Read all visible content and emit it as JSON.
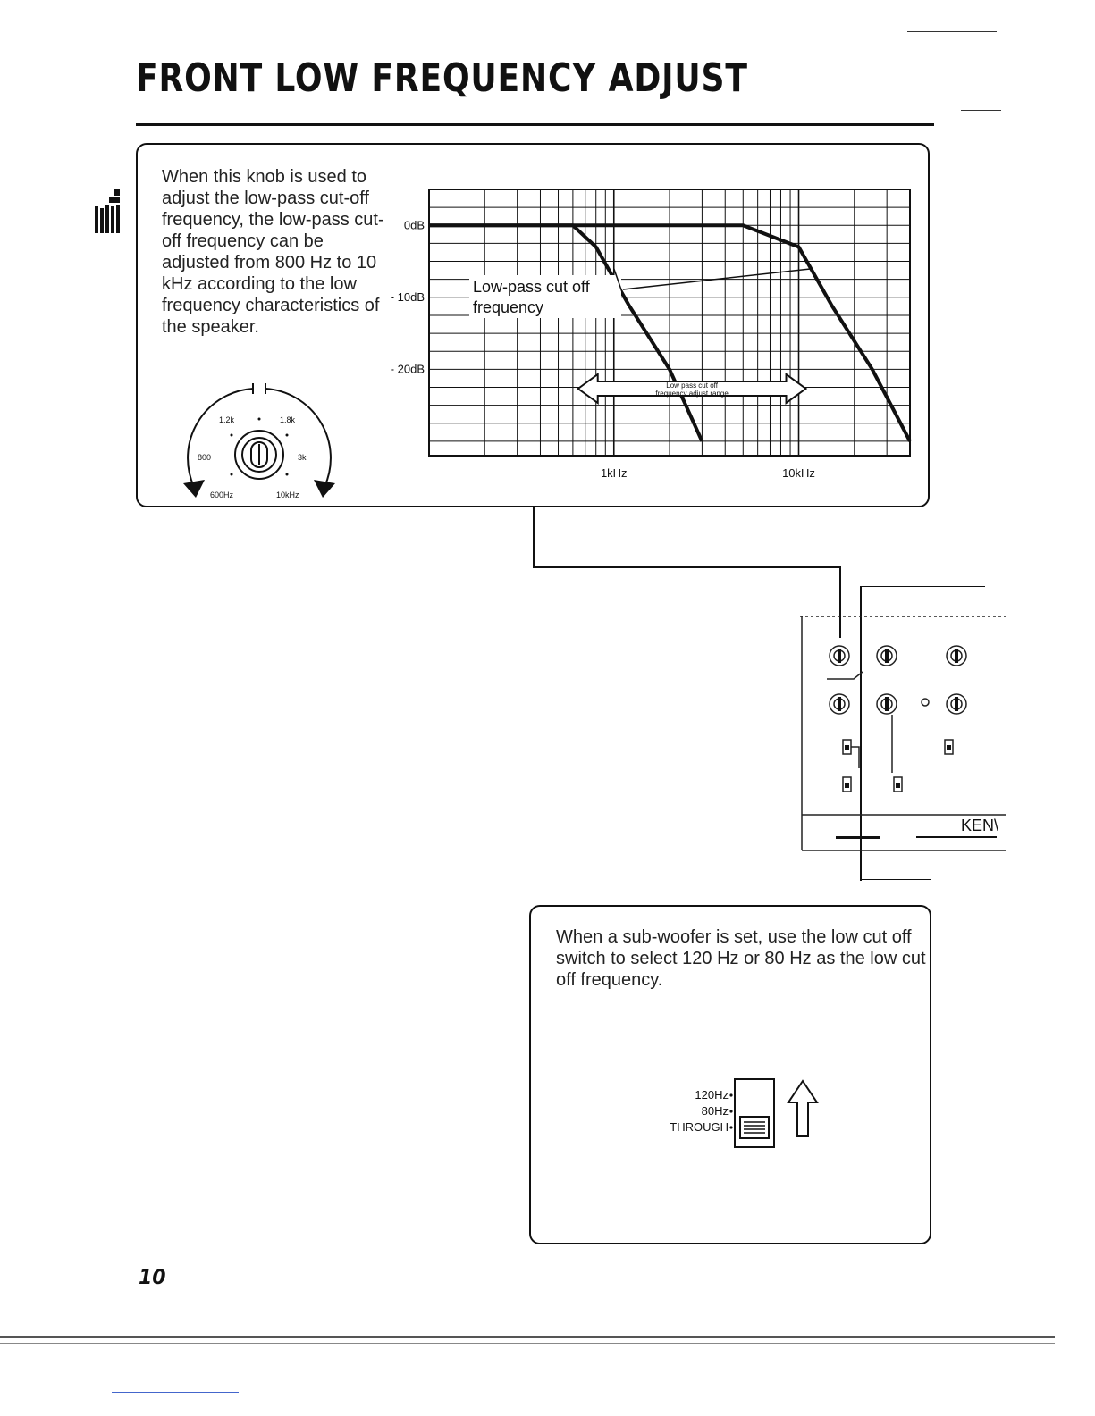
{
  "page": {
    "title": "FRONT LOW FREQUENCY ADJUST",
    "page_number": "10"
  },
  "section1": {
    "body": "When this knob is used to adjust the low-pass cut-off frequency, the low-pass cut-off frequency can be adjusted from 800 Hz to 10 kHz according to the low frequency characteristics of the speaker."
  },
  "knob": {
    "labels": [
      "1.2k",
      "1.8k",
      "800",
      "3k",
      "600Hz",
      "10kHz"
    ]
  },
  "chart_data": {
    "type": "line",
    "x_scale": "log",
    "y_tick_labels": [
      "0dB",
      "- 10dB",
      "- 20dB"
    ],
    "x_tick_labels": [
      "1kHz",
      "10kHz"
    ],
    "annotation": "Low-pass cut off frequency",
    "range_annotation": "Low pass cut off frequency adjust range",
    "series": [
      {
        "x": [
          100,
          600,
          800,
          1200,
          2000,
          3000
        ],
        "y": [
          0,
          0,
          -3,
          -11,
          -20,
          -30
        ]
      },
      {
        "x": [
          100,
          5000,
          10000,
          15000,
          25000,
          40000
        ],
        "y": [
          0,
          0,
          -3,
          -11,
          -20,
          -30
        ]
      }
    ]
  },
  "panel": {
    "brand_fragment": "KEN\\"
  },
  "section2": {
    "body": "When a sub-woofer is set, use the low cut off switch to select 120 Hz or 80 Hz as the low cut off frequency."
  },
  "switch": {
    "options": [
      "120Hz",
      "80Hz",
      "THROUGH"
    ]
  }
}
